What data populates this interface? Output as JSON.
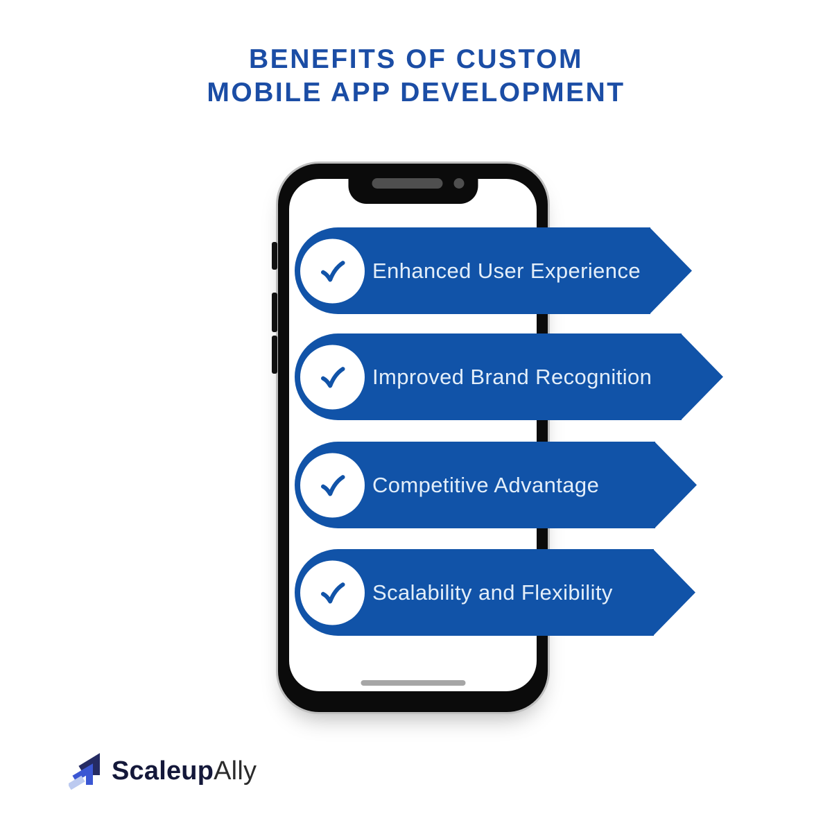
{
  "title": {
    "line1": "BENEFITS OF CUSTOM",
    "line2": "MOBILE APP DEVELOPMENT"
  },
  "benefits": [
    {
      "label": "Enhanced User Experience",
      "icon": "checkmark-icon"
    },
    {
      "label": "Improved Brand Recognition",
      "icon": "checkmark-icon"
    },
    {
      "label": "Competitive Advantage",
      "icon": "checkmark-icon"
    },
    {
      "label": "Scalability and Flexibility",
      "icon": "checkmark-icon"
    }
  ],
  "phone": {
    "type": "smartphone-mockup",
    "elements": [
      "notch",
      "speaker-grille",
      "front-camera",
      "mute-button",
      "volume-up-button",
      "volume-down-button",
      "home-indicator"
    ]
  },
  "logo": {
    "name": "ScaleupAlly",
    "part_bold": "Scaleup",
    "part_light": "Ally",
    "icon": "scaleupally-chevrons-icon"
  },
  "colors": {
    "banner_blue": "#1153a8",
    "title_blue": "#1b4da5",
    "banner_text": "#e3eef9",
    "check_blue": "#1153a8",
    "phone_frame": "#0b0b0b",
    "phone_edge": "#bfbfbf",
    "logo_navy": "#252b63",
    "logo_blue": "#3b57d3",
    "logo_light_blue": "#bccaf0",
    "background": "#ffffff"
  }
}
